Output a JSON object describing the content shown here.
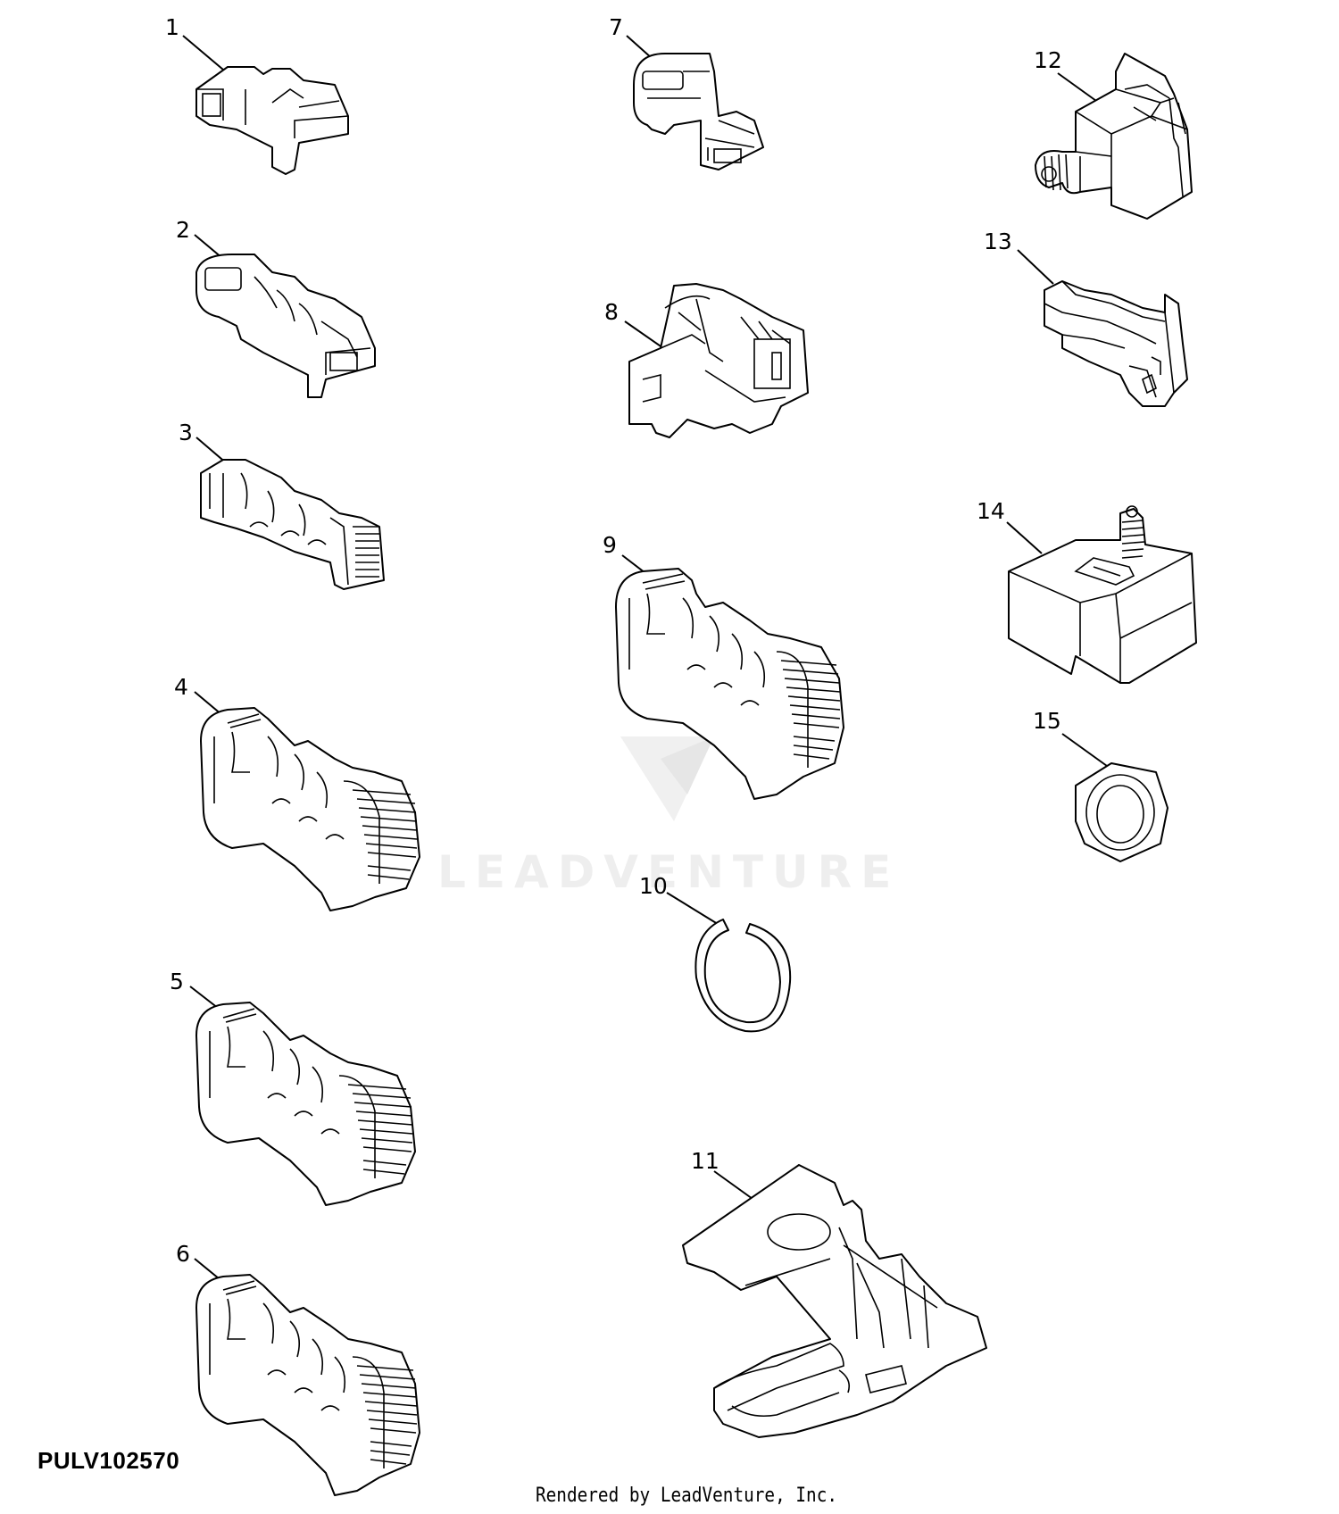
{
  "diagram": {
    "id_label": "PULV102570",
    "credit": "Rendered by LeadVenture, Inc.",
    "watermark": "LEADVENTURE"
  },
  "callouts": [
    {
      "id": "1",
      "label": "1"
    },
    {
      "id": "2",
      "label": "2"
    },
    {
      "id": "3",
      "label": "3"
    },
    {
      "id": "4",
      "label": "4"
    },
    {
      "id": "5",
      "label": "5"
    },
    {
      "id": "6",
      "label": "6"
    },
    {
      "id": "7",
      "label": "7"
    },
    {
      "id": "8",
      "label": "8"
    },
    {
      "id": "9",
      "label": "9"
    },
    {
      "id": "10",
      "label": "10"
    },
    {
      "id": "11",
      "label": "11"
    },
    {
      "id": "12",
      "label": "12"
    },
    {
      "id": "13",
      "label": "13"
    },
    {
      "id": "14",
      "label": "14"
    },
    {
      "id": "15",
      "label": "15"
    }
  ]
}
